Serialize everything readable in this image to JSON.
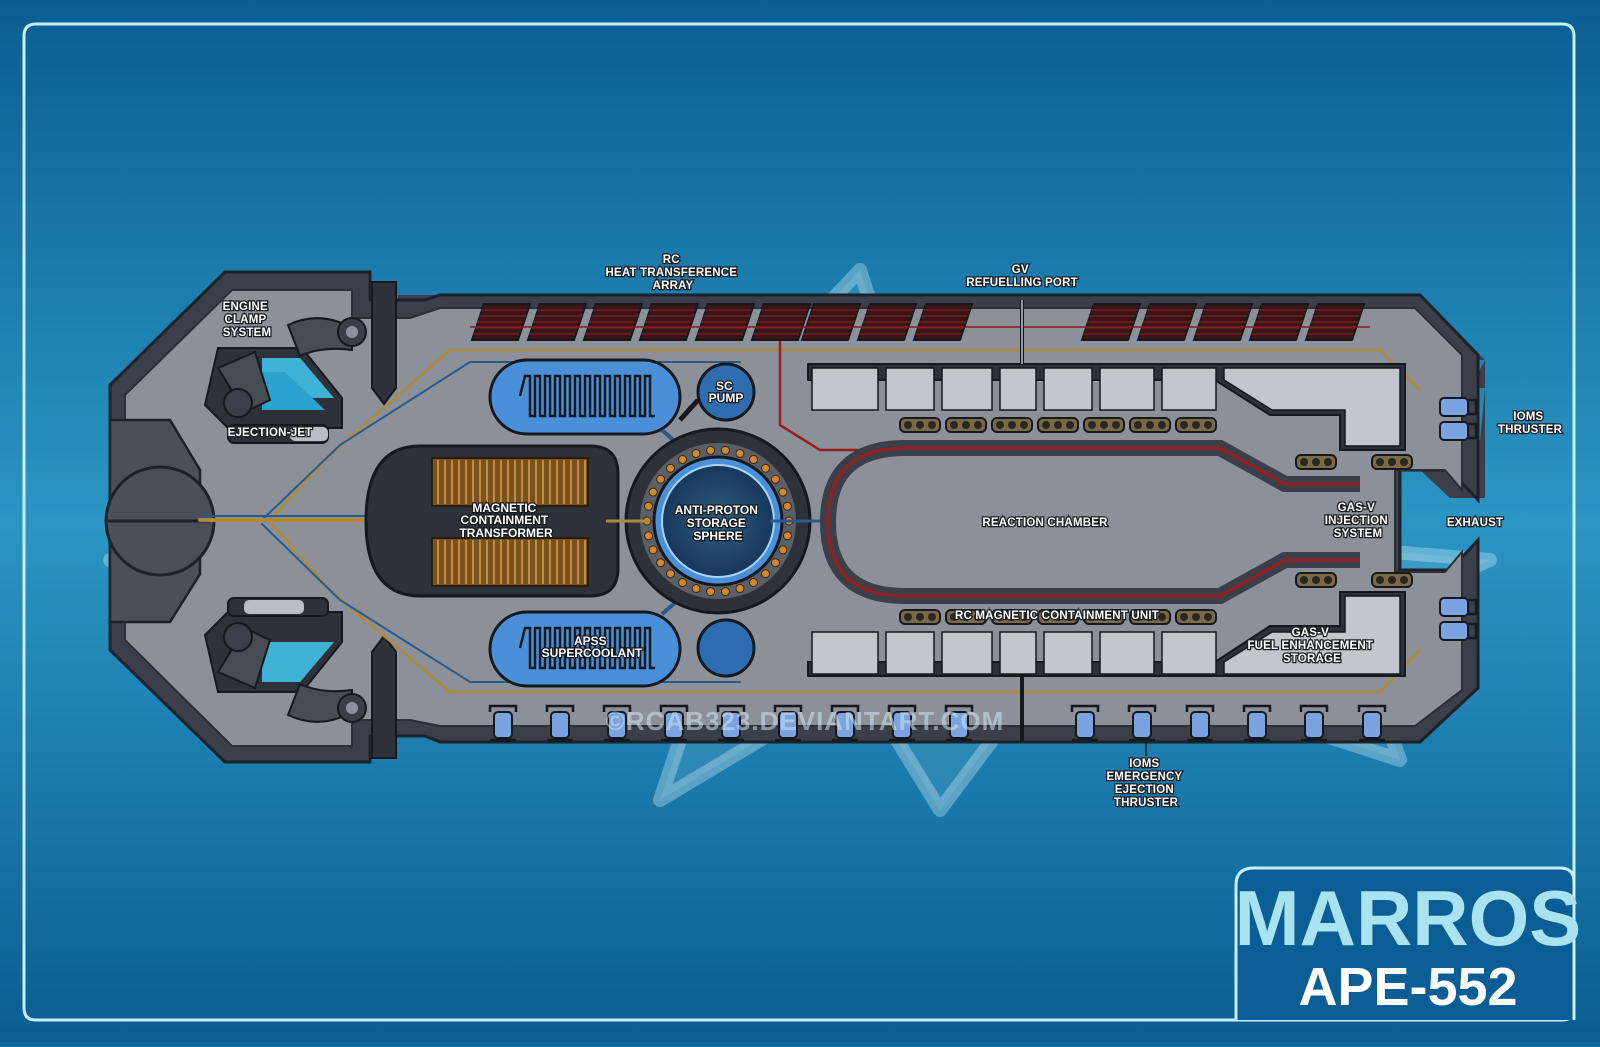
{
  "title": {
    "name": "MARROS",
    "designation": "APE-552"
  },
  "watermark": "©RCAB323.DEVIANTART.COM",
  "labels": {
    "rc_array": [
      "RC",
      "HEAT TRANSFERENCE",
      "ARRAY"
    ],
    "gv_port": [
      "GV",
      "REFUELLING PORT"
    ],
    "engine_clamp": [
      "ENGINE",
      "CLAMP",
      "SYSTEM"
    ],
    "ejection_jet": "EJECTION-JET",
    "sc_pump": [
      "SC",
      "PUMP"
    ],
    "magnetic_transformer": [
      "MAGNETIC",
      "CONTAINMENT",
      "TRANSFORMER"
    ],
    "antiproton": [
      "ANTI-PROTON",
      "STORAGE",
      "SPHERE"
    ],
    "apss": [
      "APSS",
      "SUPERCOOLANT"
    ],
    "reaction_chamber": "REACTION CHAMBER",
    "rc_unit": "RC MAGNETIC CONTAINMENT UNIT",
    "gasv_injection": [
      "GAS-V",
      "INJECTION",
      "SYSTEM"
    ],
    "exhaust": "EXHAUST",
    "ioms_thruster": [
      "IOMS",
      "THRUSTER"
    ],
    "gasv_storage": [
      "GAS-V",
      "FUEL ENHANCEMENT",
      "STORAGE"
    ],
    "ioms_emergency": [
      "IOMS",
      "EMERGENCY",
      "EJECTION",
      "THRUSTER"
    ]
  },
  "colors": {
    "background": "#0b6aa0",
    "hull": "#3a3f49",
    "hull_inner": "#8a8f99",
    "coolant": "#4a90d9",
    "copper": "#9a6a2a",
    "title_accent": "#a9e3ef"
  }
}
